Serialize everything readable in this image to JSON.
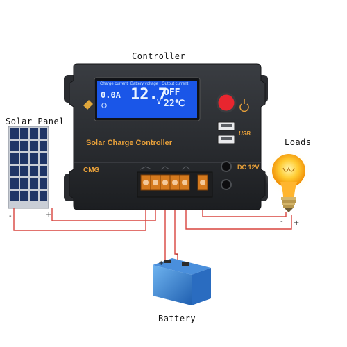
{
  "diagram": {
    "title": "Controller",
    "components": {
      "solar_panel": "Solar Panel",
      "loads": "Loads",
      "battery": "Battery"
    },
    "controller": {
      "product_name": "Solar Charge Controller",
      "brand": "CMG",
      "dc_label": "DC 12V",
      "usb_label": "USB",
      "lcd": {
        "header_1": "Charge current",
        "header_2": "Battery voltage",
        "header_3": "Output current",
        "current_value": "0.0A",
        "voltage_value": "12.7",
        "voltage_unit": "V",
        "output_state": "OFF",
        "temperature": "22℃"
      }
    },
    "wire_marks": {
      "panel_minus": "-",
      "panel_plus": "+",
      "battery_plus": "+",
      "battery_minus": "-",
      "load_minus": "-",
      "load_plus": "+"
    }
  }
}
